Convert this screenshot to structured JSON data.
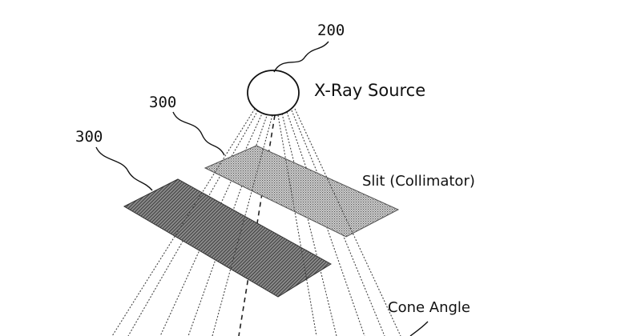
{
  "figure": {
    "source": {
      "ref": "200",
      "label": "X-Ray Source"
    },
    "slit_near": {
      "ref": "300"
    },
    "slit_far": {
      "ref": "300"
    },
    "slit_label": "Slit (Collimator)",
    "cone_label": "Cone Angle"
  },
  "colors": {
    "ink": "#111111",
    "slit_dark": "#6e6e6e",
    "slit_light": "#b8b8b8"
  }
}
